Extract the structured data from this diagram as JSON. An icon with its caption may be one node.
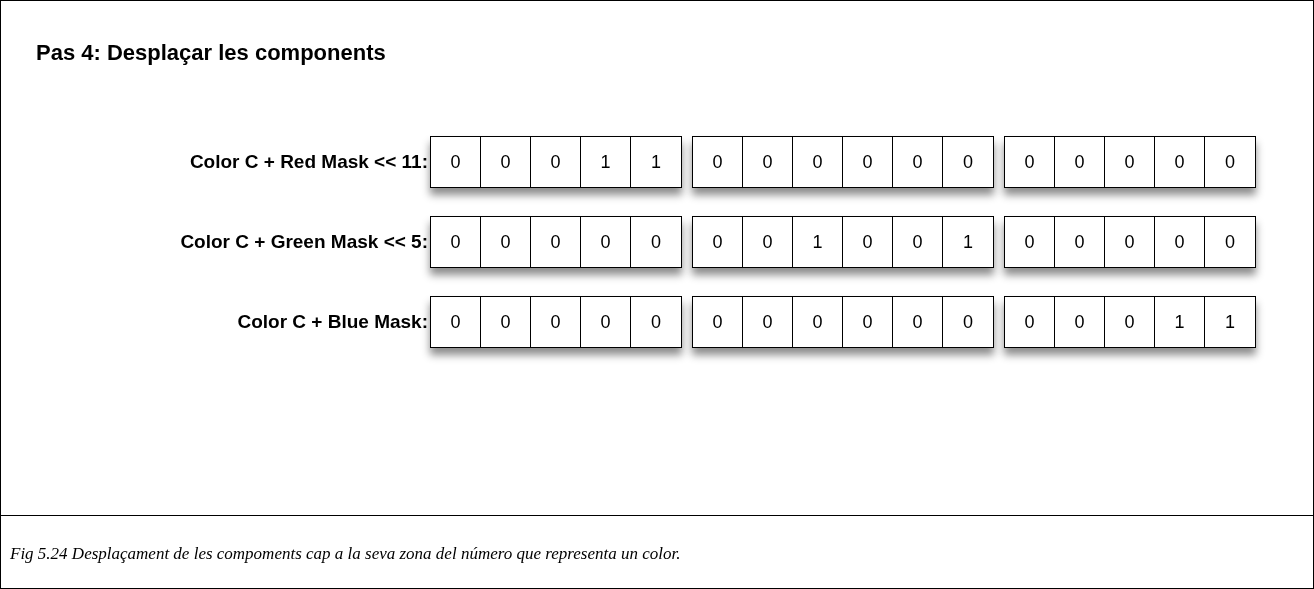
{
  "diagram": {
    "title": "Pas 4: Desplaçar les components",
    "caption": "Fig 5.24 Desplaçament de les compoments cap a la seva zona del número que representa un color.",
    "nodes": [
      {
        "text": [],
        "shape": "box"
      },
      {
        "text": [
          "0"
        ],
        "in": 0
      },
      {
        "text": [
          "0"
        ],
        "in": 0
      },
      {
        "text": [
          "0"
        ],
        "in": 0
      },
      {
        "text": [
          "1"
        ],
        "in": 0
      },
      {
        "text": [
          "1"
        ],
        "in": 0
      },
      {
        "text": [],
        "shape": "box"
      },
      {
        "text": [
          "0"
        ],
        "in": 6
      },
      {
        "text": [
          "0"
        ],
        "in": 6
      },
      {
        "text": [
          "0"
        ],
        "in": 6
      },
      {
        "text": [
          "0"
        ],
        "in": 6
      },
      {
        "text": [
          "0"
        ],
        "in": 6
      },
      {
        "text": [
          "0"
        ],
        "in": 6
      },
      {
        "text": [],
        "shape": "box"
      },
      {
        "text": [
          "0"
        ],
        "in": 13
      },
      {
        "text": [
          "0"
        ],
        "in": 13
      },
      {
        "text": [
          "0"
        ],
        "in": 13
      },
      {
        "text": [
          "0"
        ],
        "in": 13
      },
      {
        "text": [
          "0"
        ],
        "in": 13
      },
      {
        "text": [],
        "shape": "box"
      },
      {
        "text": [
          "0"
        ],
        "in": 19
      },
      {
        "text": [
          "0"
        ],
        "in": 19
      },
      {
        "text": [
          "0"
        ],
        "in": 19
      },
      {
        "text": [
          "0"
        ],
        "in": 19
      },
      {
        "text": [
          "0"
        ],
        "in": 19
      },
      {
        "text": [],
        "shape": "box"
      },
      {
        "text": [
          "0"
        ],
        "in": 25
      },
      {
        "text": [
          "0"
        ],
        "in": 25
      },
      {
        "text": [
          "1"
        ],
        "in": 25
      },
      {
        "text": [
          "0"
        ],
        "in": 25
      },
      {
        "text": [
          "0"
        ],
        "in": 25
      },
      {
        "text": [
          "1"
        ],
        "in": 25
      },
      {
        "text": [],
        "shape": "box"
      },
      {
        "text": [
          "0"
        ],
        "in": 32
      },
      {
        "text": [
          "0"
        ],
        "in": 32
      },
      {
        "text": [
          "0"
        ],
        "in": 32
      },
      {
        "text": [
          "0"
        ],
        "in": 32
      },
      {
        "text": [
          "0"
        ],
        "in": 32
      },
      {
        "text": [],
        "shape": "box"
      },
      {
        "text": [
          "0"
        ],
        "in": 38
      },
      {
        "text": [
          "0"
        ],
        "in": 38
      },
      {
        "text": [
          "0"
        ],
        "in": 38
      },
      {
        "text": [
          "0"
        ],
        "in": 38
      },
      {
        "text": [
          "0"
        ],
        "in": 38
      },
      {
        "text": [],
        "shape": "box"
      },
      {
        "text": [
          "0"
        ],
        "in": 44
      },
      {
        "text": [
          "0"
        ],
        "in": 44
      },
      {
        "text": [
          "0"
        ],
        "in": 44
      },
      {
        "text": [
          "0"
        ],
        "in": 44
      },
      {
        "text": [
          "0"
        ],
        "in": 44
      },
      {
        "text": [
          "0"
        ],
        "in": 44
      },
      {
        "text": [],
        "shape": "box"
      },
      {
        "text": [
          "0"
        ],
        "in": 51
      },
      {
        "text": [
          "0"
        ],
        "in": 51
      },
      {
        "text": [
          "0"
        ],
        "in": 51
      },
      {
        "text": [
          "1"
        ],
        "in": 51
      },
      {
        "text": [
          "1"
        ],
        "in": 51
      }
    ],
    "labels": [
      "Color C + Red Mask << 11:",
      "Color C + Green Mask << 5:",
      "Color C + Blue Mask:"
    ]
  }
}
